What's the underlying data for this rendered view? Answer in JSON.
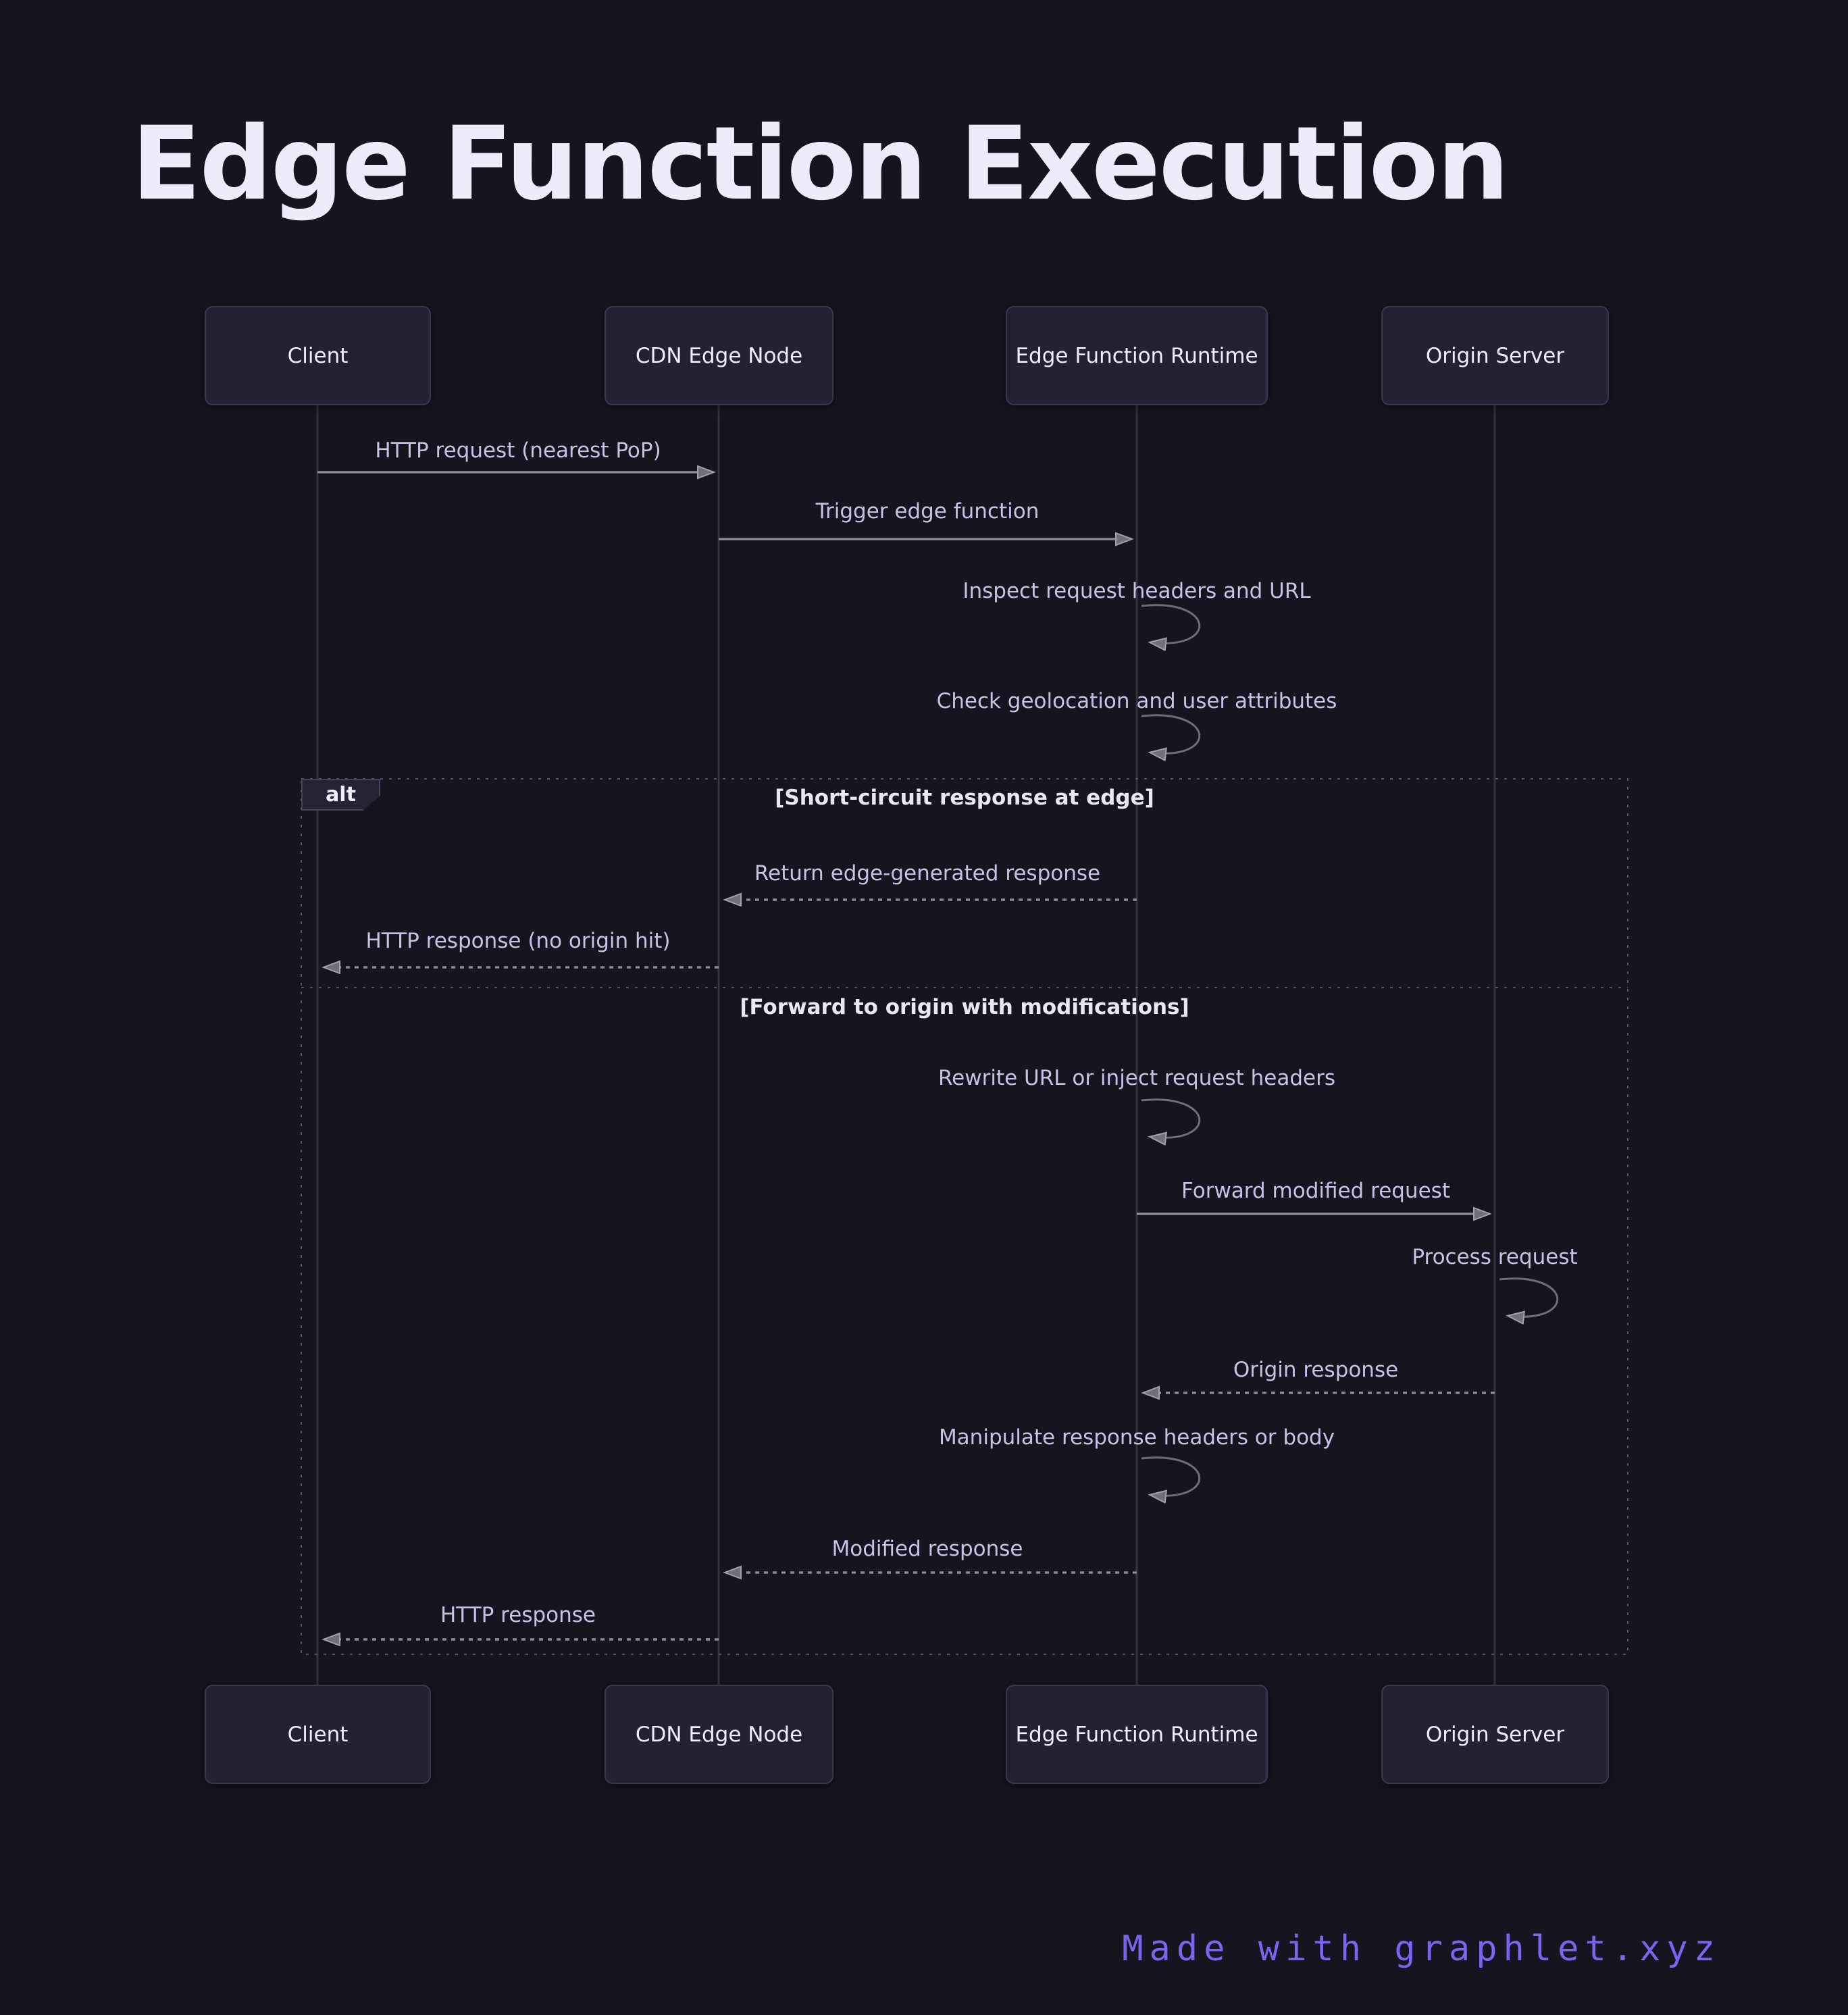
{
  "title": "Edge Function Execution",
  "actors": [
    {
      "label": "Client"
    },
    {
      "label": "CDN Edge Node"
    },
    {
      "label": "Edge Function Runtime"
    },
    {
      "label": "Origin Server"
    }
  ],
  "fragment": {
    "operator": "alt",
    "conditions": [
      "[Short-circuit response at edge]",
      "[Forward to origin with modifications]"
    ]
  },
  "messages": [
    {
      "label": "HTTP request (nearest PoP)",
      "from": "Client",
      "to": "CDN Edge Node",
      "style": "solid"
    },
    {
      "label": "Trigger edge function",
      "from": "CDN Edge Node",
      "to": "Edge Function Runtime",
      "style": "solid"
    },
    {
      "label": "Inspect request headers and URL",
      "from": "Edge Function Runtime",
      "to": "Edge Function Runtime",
      "style": "self"
    },
    {
      "label": "Check geolocation and user attributes",
      "from": "Edge Function Runtime",
      "to": "Edge Function Runtime",
      "style": "self"
    },
    {
      "label": "Return edge-generated response",
      "from": "Edge Function Runtime",
      "to": "CDN Edge Node",
      "style": "dashed"
    },
    {
      "label": "HTTP response (no origin hit)",
      "from": "CDN Edge Node",
      "to": "Client",
      "style": "dashed"
    },
    {
      "label": "Rewrite URL or inject request headers",
      "from": "Edge Function Runtime",
      "to": "Edge Function Runtime",
      "style": "self"
    },
    {
      "label": "Forward modified request",
      "from": "Edge Function Runtime",
      "to": "Origin Server",
      "style": "solid"
    },
    {
      "label": "Process request",
      "from": "Origin Server",
      "to": "Origin Server",
      "style": "self"
    },
    {
      "label": "Origin response",
      "from": "Origin Server",
      "to": "Edge Function Runtime",
      "style": "dashed"
    },
    {
      "label": "Manipulate response headers or body",
      "from": "Edge Function Runtime",
      "to": "Edge Function Runtime",
      "style": "self"
    },
    {
      "label": "Modified response",
      "from": "Edge Function Runtime",
      "to": "CDN Edge Node",
      "style": "dashed"
    },
    {
      "label": "HTTP response",
      "from": "CDN Edge Node",
      "to": "Client",
      "style": "dashed"
    }
  ],
  "footer": {
    "credit": "Made with graphlet.xyz"
  },
  "colors": {
    "background": "#16141e",
    "actor_fill": "#232132",
    "actor_border": "#3a3850",
    "message_text": "#c8c2e5",
    "condition_text": "#e9e7f3",
    "arrow": "#8b8a94",
    "lifeline": "#34323e",
    "fragment_border": "#55535f",
    "title_text": "#eeebfa",
    "credit_text": "#7d64f0"
  }
}
